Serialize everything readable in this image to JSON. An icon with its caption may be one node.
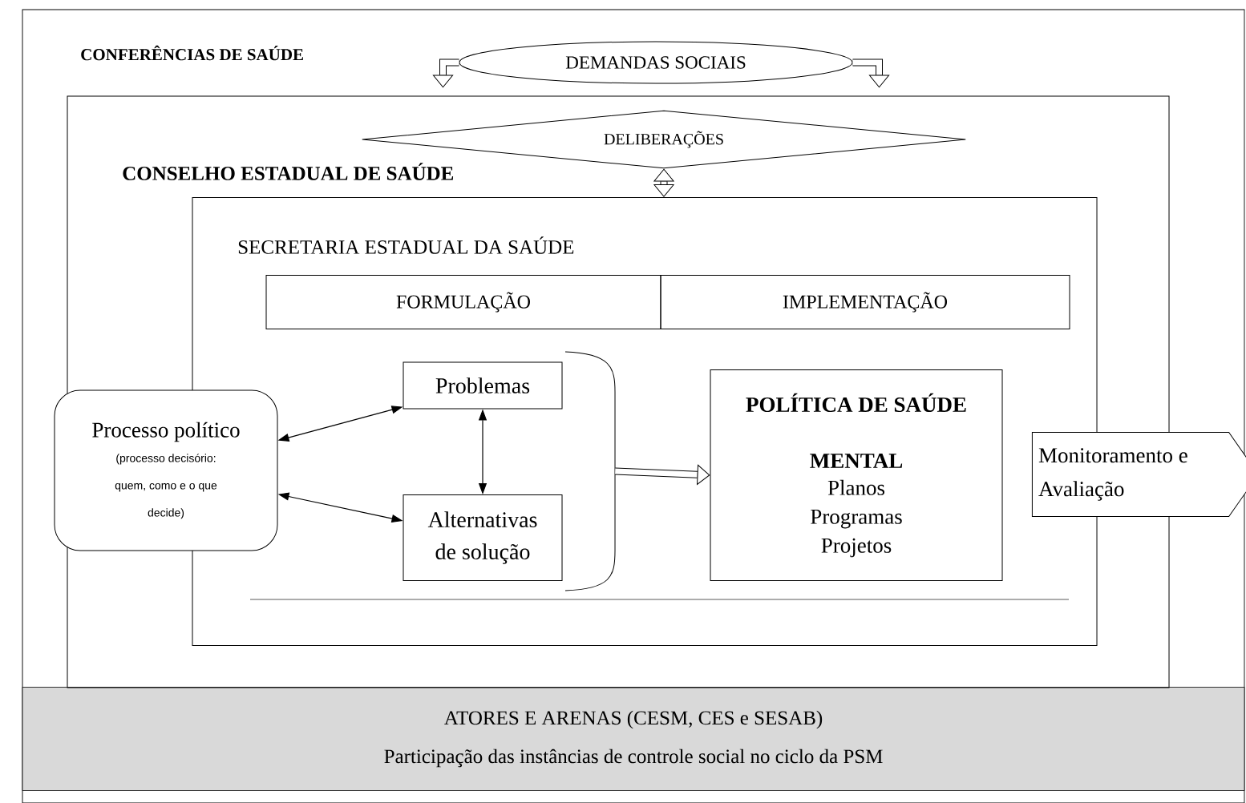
{
  "diagram": {
    "nodes": [
      {
        "text": [
          "CONFERÊNCIAS DE SAÚDE"
        ]
      },
      {
        "text": [
          "DEMANDAS SOCIAIS"
        ],
        "in": 0
      },
      {
        "text": [
          "CONSELHO ESTADUAL DE SAÚDE"
        ],
        "in": 0
      },
      {
        "text": [
          "DELIBERAÇÕES"
        ],
        "in": 2
      },
      {
        "text": [
          "SECRETARIA ESTADUAL DA SAÚDE"
        ],
        "in": 2
      },
      {
        "text": [
          "FORMULAÇÃO"
        ],
        "in": 4
      },
      {
        "text": [
          "IMPLEMENTAÇÃO"
        ],
        "in": 4
      },
      {
        "text": [
          "Processo político",
          "(processo decisório: quem, como e o que decide)"
        ],
        "in": 0
      },
      {
        "text": [
          "Problemas"
        ],
        "in": 4
      },
      {
        "text": [
          "Alternativas de solução"
        ],
        "in": 4
      },
      {
        "text": [],
        "shape": "bracket",
        "in": 4
      },
      {
        "text": [
          "POLÍTICA DE SAÚDE MENTAL",
          "Planos Programas Projetos"
        ],
        "in": 4
      },
      {
        "text": [
          "Monitoramento e Avaliação"
        ],
        "in": 0
      },
      {
        "text": [
          "ATORES E ARENAS (CESM, CES e SESAB)",
          "Participação das instâncias de controle social no ciclo da PSM"
        ],
        "in": 0
      }
    ],
    "edges": [
      {
        "from": 1,
        "to": 2,
        "arrow": "to"
      },
      {
        "from": 1,
        "to": 2,
        "arrow": "to"
      },
      {
        "from": 3,
        "to": 4,
        "arrow": "both"
      },
      {
        "from": 7,
        "to": 8,
        "arrow": "both"
      },
      {
        "from": 7,
        "to": 9,
        "arrow": "both"
      },
      {
        "from": 8,
        "to": 9,
        "arrow": "both"
      },
      {
        "from": 10,
        "to": 11,
        "arrow": "to"
      }
    ]
  }
}
